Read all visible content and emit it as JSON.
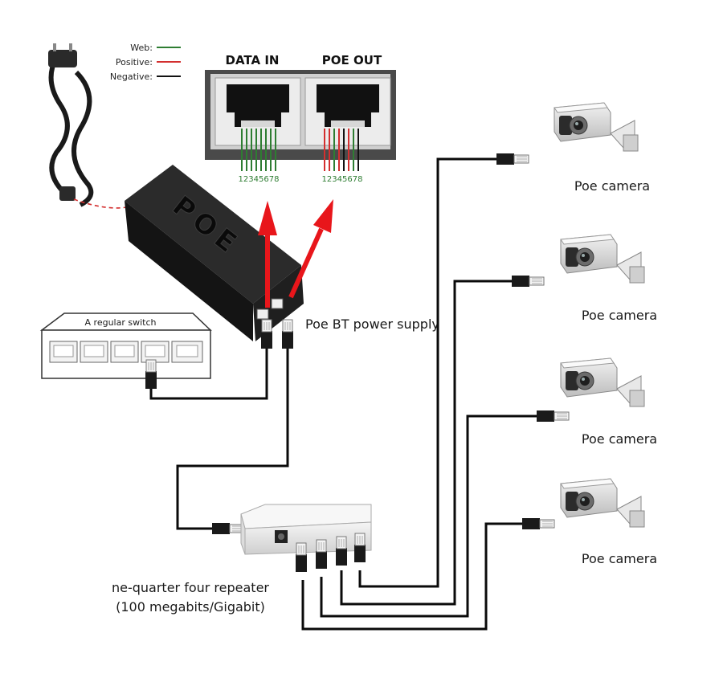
{
  "legend": {
    "web": "Web:",
    "positive": "Positive:",
    "negative": "Negative:",
    "colors": {
      "web": "#2e7d32",
      "positive": "#d32f2f",
      "negative": "#111111"
    }
  },
  "ports": {
    "data_in": "DATA IN",
    "poe_out": "POE OUT",
    "pins_in": "12345678",
    "pins_out": "12345678"
  },
  "injector": {
    "logo": "POE",
    "label": "Poe BT power supply"
  },
  "switch": {
    "label": "A regular switch"
  },
  "repeater": {
    "line1": "ne-quarter four repeater",
    "line2": "(100 megabits/Gigabit)"
  },
  "cameras": [
    {
      "label": "Poe camera"
    },
    {
      "label": "Poe camera"
    },
    {
      "label": "Poe camera"
    },
    {
      "label": "Poe camera"
    }
  ],
  "colors": {
    "arrow": "#e8161b",
    "cable": "#0a0a0a",
    "power_cord_dash": "#d32f2f"
  }
}
